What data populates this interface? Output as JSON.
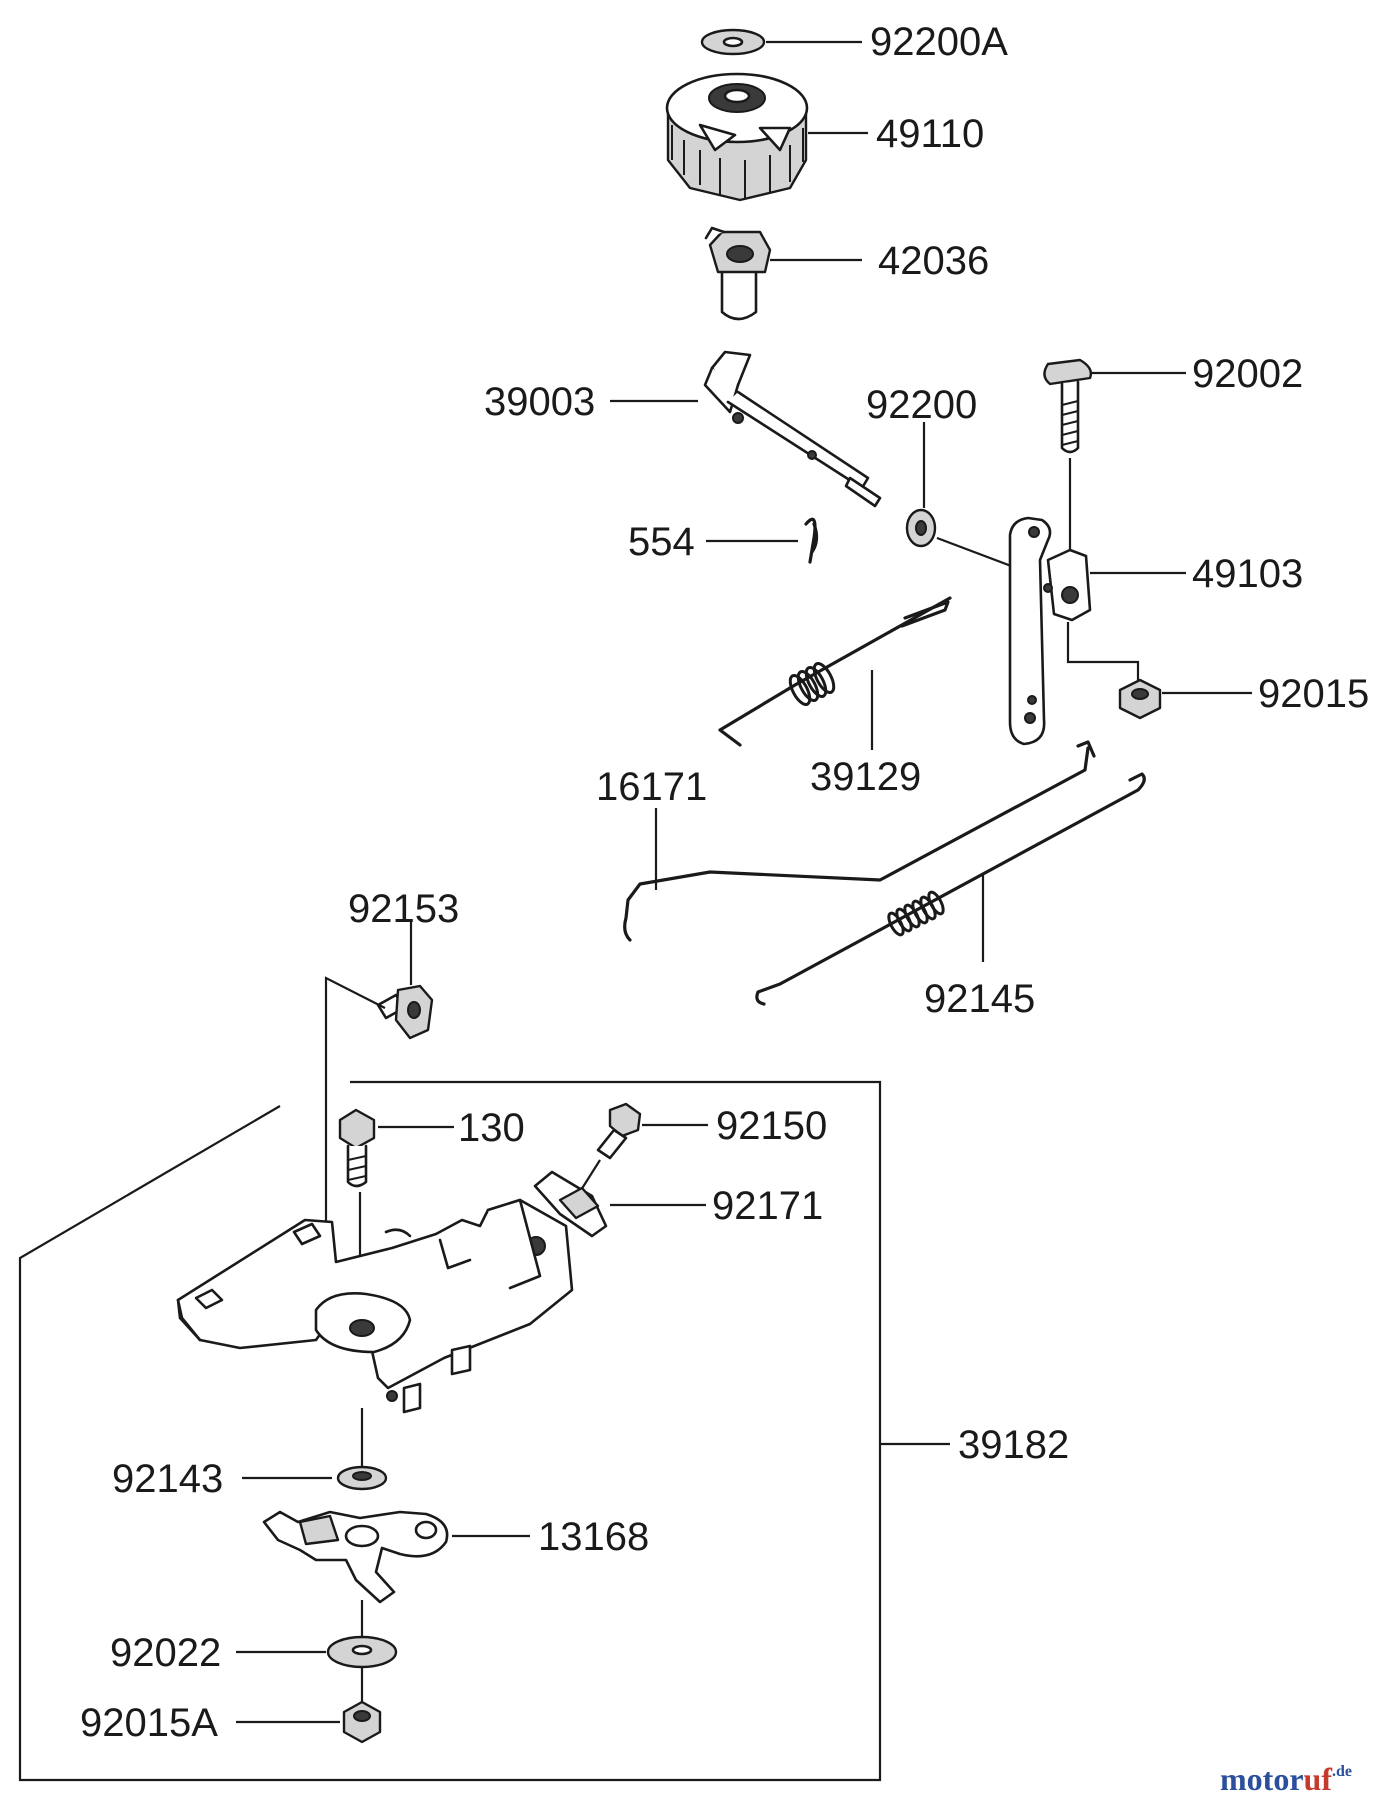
{
  "parts": {
    "p92200A": "92200A",
    "p49110": "49110",
    "p42036": "42036",
    "p39003": "39003",
    "p92002": "92002",
    "p92200": "92200",
    "p554": "554",
    "p49103": "49103",
    "p92015": "92015",
    "p16171": "16171",
    "p39129": "39129",
    "p92153": "92153",
    "p92145": "92145",
    "p130": "130",
    "p92150": "92150",
    "p92171": "92171",
    "p39182": "39182",
    "p92143": "92143",
    "p13168": "13168",
    "p92022": "92022",
    "p92015A": "92015A"
  },
  "watermark": {
    "text_a": "motor",
    "text_b": "uf",
    "suffix": ".de",
    "colors": {
      "primary": "#2b4f9c",
      "accent": "#c63a2d"
    }
  }
}
